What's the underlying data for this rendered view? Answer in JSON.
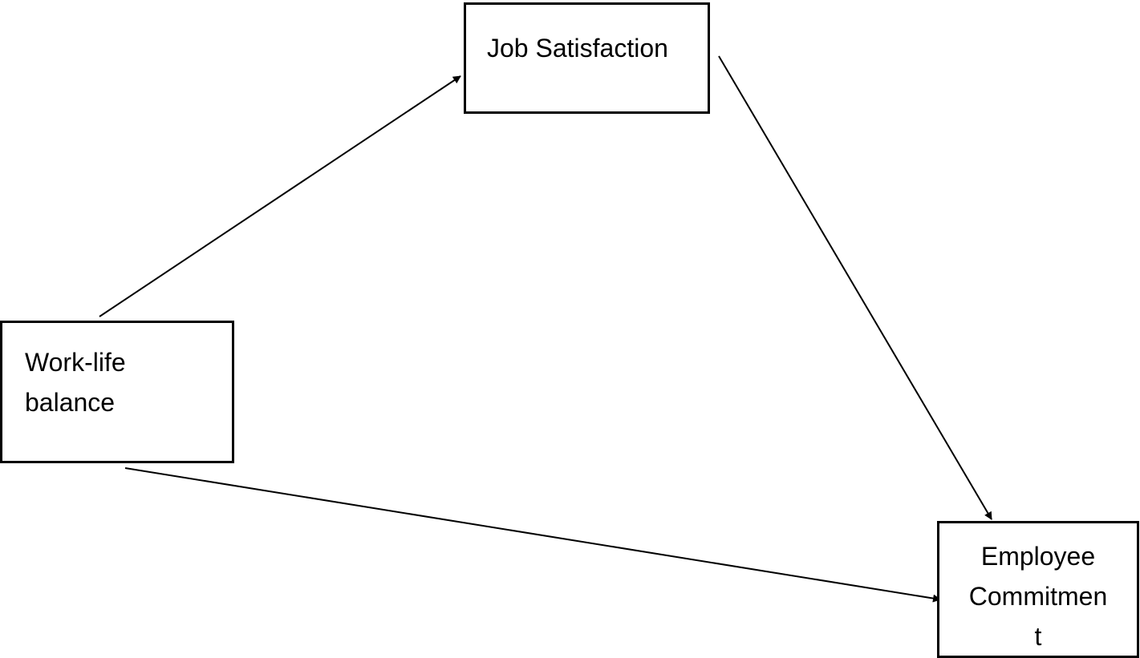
{
  "nodes": {
    "job_satisfaction": {
      "lines": [
        "Job Satisfaction"
      ]
    },
    "work_life_balance": {
      "lines": [
        "Work-life",
        "balance"
      ]
    },
    "employee_commitment": {
      "lines": [
        "Employee",
        "Commitmen",
        "t"
      ]
    }
  },
  "edges": [
    {
      "from": "work_life_balance",
      "to": "job_satisfaction"
    },
    {
      "from": "job_satisfaction",
      "to": "employee_commitment"
    },
    {
      "from": "work_life_balance",
      "to": "employee_commitment"
    }
  ],
  "colors": {
    "stroke": "#000000",
    "background": "#ffffff"
  }
}
